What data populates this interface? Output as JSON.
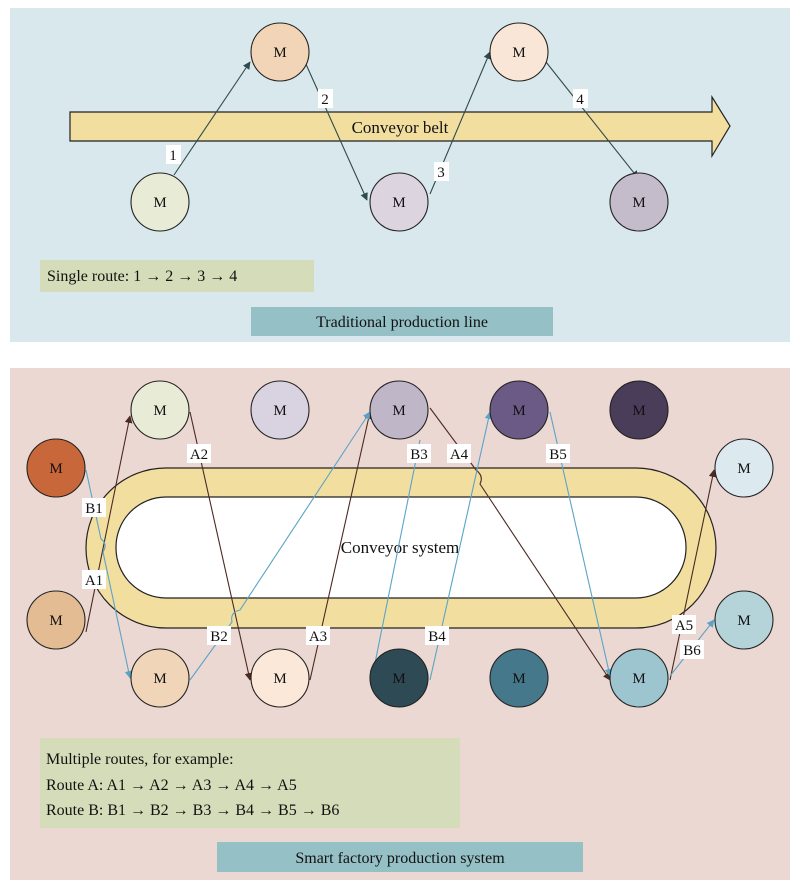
{
  "machine_label": "M",
  "top_panel": {
    "conveyor_label": "Conveyor belt",
    "route_labels": [
      "1",
      "2",
      "3",
      "4"
    ],
    "info_text": "Single route: 1 → 2 → 3 → 4",
    "caption": "Traditional production line"
  },
  "bottom_panel": {
    "conveyor_label": "Conveyor system",
    "route_labels": [
      "A1",
      "A2",
      "A3",
      "A4",
      "A5",
      "B1",
      "B2",
      "B3",
      "B4",
      "B5",
      "B6"
    ],
    "info_lines": [
      "Multiple routes, for example:",
      "Route A: A1 → A2 → A3 → A4 → A5",
      "Route B: B1 → B2 → B3 → B4 → B5 → B6"
    ],
    "caption": "Smart factory production system"
  },
  "colors": {
    "top_panel_bg": "#d9e8ec",
    "bottom_panel_bg": "#ecd8d2",
    "conveyor_fill": "#f2dfa0",
    "info_box": "#d5dcb9",
    "caption_box": "#95c0c6",
    "route_a": "#4a2a22",
    "route_b": "#5aa3c8",
    "top_route": "#2f4a4a"
  }
}
